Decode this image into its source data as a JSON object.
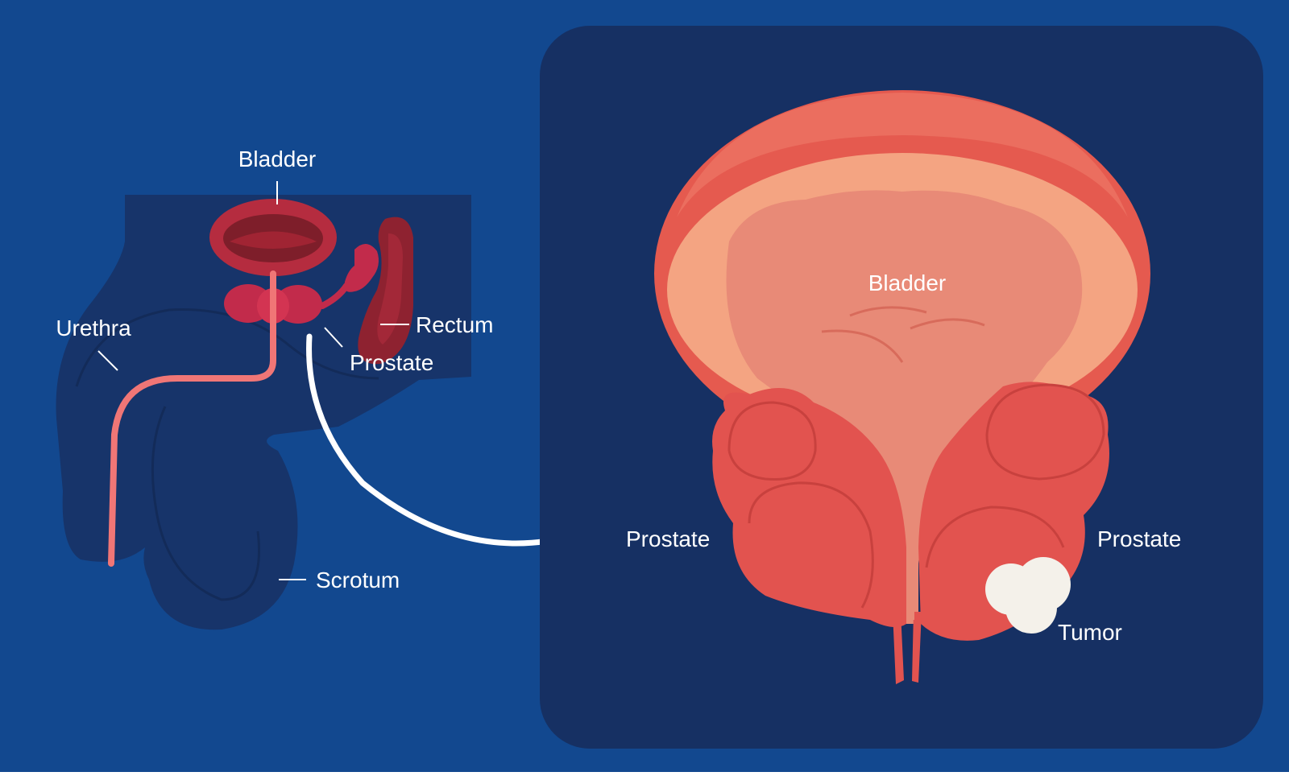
{
  "colors": {
    "background": "#12488F",
    "panel": "#163063",
    "body_silhouette": "#17346A",
    "bladder_small": "#B52C3F",
    "prostate_small": "#C22B4B",
    "rectum": "#8E2230",
    "urethra": "#F07676",
    "arrow": "#FFFFFF",
    "bladder_outer": "#E55A4F",
    "bladder_wall": "#F4A482",
    "bladder_inner": "#E88A77",
    "prostate_large": "#E2534F",
    "tumor": "#F4F1EA",
    "label_text": "#FFFFFF"
  },
  "left_diagram": {
    "labels": {
      "bladder": "Bladder",
      "urethra": "Urethra",
      "rectum": "Rectum",
      "prostate": "Prostate",
      "scrotum": "Scrotum"
    }
  },
  "right_diagram": {
    "labels": {
      "bladder": "Bladder",
      "prostate_left": "Prostate",
      "prostate_right": "Prostate",
      "tumor": "Tumor"
    }
  }
}
